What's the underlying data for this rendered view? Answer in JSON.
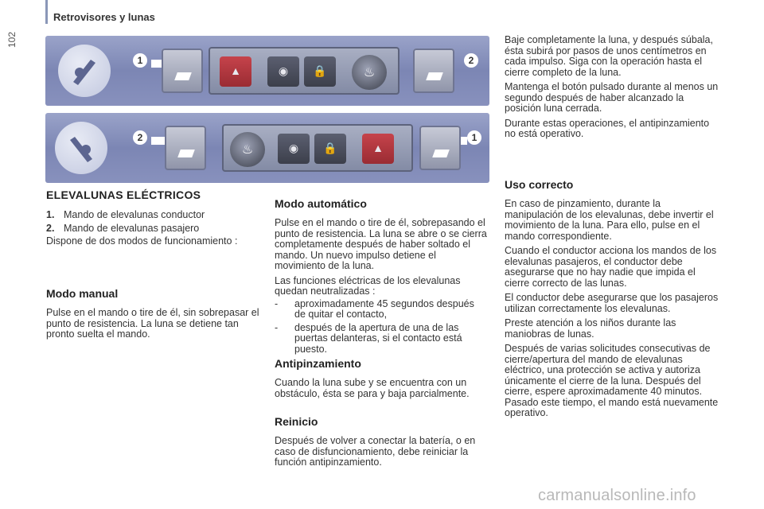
{
  "header": {
    "section_title": "Retrovisores y lunas",
    "page_number": "102"
  },
  "illustration": {
    "panel1_numbers": [
      "1",
      "2"
    ],
    "panel2_numbers": [
      "2",
      "1"
    ]
  },
  "col1": {
    "title": "ELEVALUNAS ELÉCTRICOS",
    "items": [
      {
        "label": "1.",
        "text": "Mando de elevalunas conductor"
      },
      {
        "label": "2.",
        "text": "Mando de elevalunas pasajero"
      }
    ],
    "intro": "Dispone de dos modos de funcionamiento :",
    "manual_title": "Modo manual",
    "manual_text": "Pulse en el mando o tire de él, sin sobrepasar el punto de resistencia. La luna se detiene tan pronto suelta el mando."
  },
  "col2": {
    "auto_title": "Modo automático",
    "auto_text": "Pulse en el mando o tire de él, sobrepasando el punto de resistencia. La luna se abre o se cierra completamente después de haber soltado el mando. Un nuevo impulso detiene el movimiento de la luna.",
    "neutral_text": "Las funciones eléctricas de los elevalunas quedan neutralizadas :",
    "neutral_items": [
      "aproximadamente 45 segundos después de quitar el contacto,",
      "después de la apertura de una de las puertas delanteras, si el contacto está puesto."
    ],
    "anti_title": "Antipinzamiento",
    "anti_text": "Cuando la luna sube y se encuentra con un obstáculo, ésta se para y baja parcialmente.",
    "reset_title": "Reinicio",
    "reset_text": "Después de volver a conectar la batería, o en caso de disfuncionamiento, debe reiniciar la función antipinzamiento."
  },
  "col3": {
    "p1": "Baje completamente la luna, y después súbala, ésta subirá por pasos de unos centímetros en cada impulso. Siga con la operación hasta el cierre completo de la luna.",
    "p2": "Mantenga el botón pulsado durante al menos un segundo después de haber alcanzado la posición luna cerrada.",
    "p3": "Durante estas operaciones, el antipinzamiento no está operativo.",
    "correct_title": "Uso correcto",
    "c1": "En caso de pinzamiento, durante la manipulación de los elevalunas, debe invertir el movimiento de la luna. Para ello, pulse en el mando correspondiente.",
    "c2": "Cuando el conductor acciona los mandos de los elevalunas pasajeros, el conductor debe asegurarse que no hay nadie que impida el cierre correcto de las lunas.",
    "c3": "El conductor debe asegurarse que los pasajeros utilizan correctamente los elevalunas.",
    "c4": "Preste atención a los niños durante las maniobras de lunas.",
    "c5": "Después de varias solicitudes consecutivas de cierre/apertura del mando de elevalunas eléctrico, una protección se activa y autoriza únicamente el cierre de la luna. Después del cierre, espere aproximadamente 40 minutos. Pasado este tiempo, el mando está nuevamente operativo."
  },
  "footer": {
    "watermark": "carmanualsonline.info"
  }
}
